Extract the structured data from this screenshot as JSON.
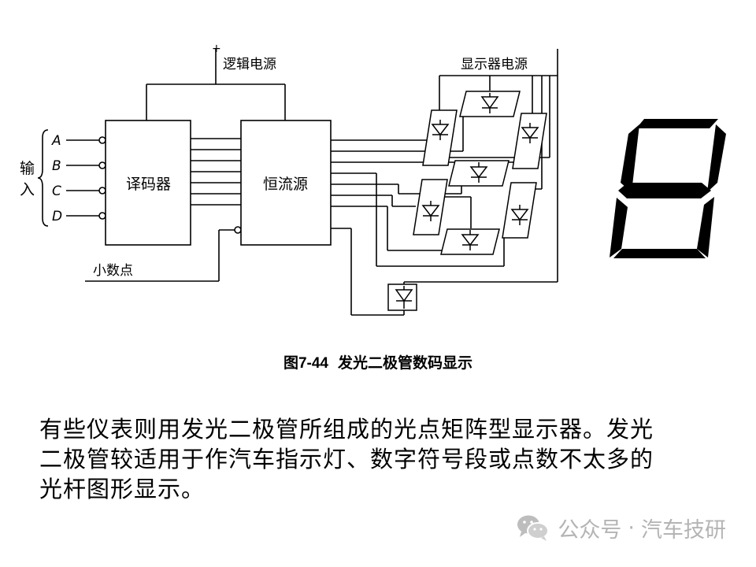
{
  "diagram": {
    "plus_sign": "+",
    "logic_power_label": "逻辑电源",
    "display_power_label": "显示器电源",
    "input_label": "输入",
    "inputs": [
      "A",
      "B",
      "C",
      "D"
    ],
    "decoder_label": "译码器",
    "current_source_label": "恒流源",
    "decimal_point_label": "小数点"
  },
  "caption": {
    "figure_number": "图7-44",
    "title": "发光二极管数码显示"
  },
  "body_text": {
    "lines": [
      "有些仪表则用发光二极管所组成的光点矩阵型显示器。发光",
      "二极管较适用于作汽车指示灯、数字符号段或点数不太多的",
      "光杆图形显示。"
    ]
  },
  "watermark": {
    "icon": "wechat-icon",
    "account_prefix": "公众号",
    "separator": "·",
    "account_name": "汽车技研"
  }
}
